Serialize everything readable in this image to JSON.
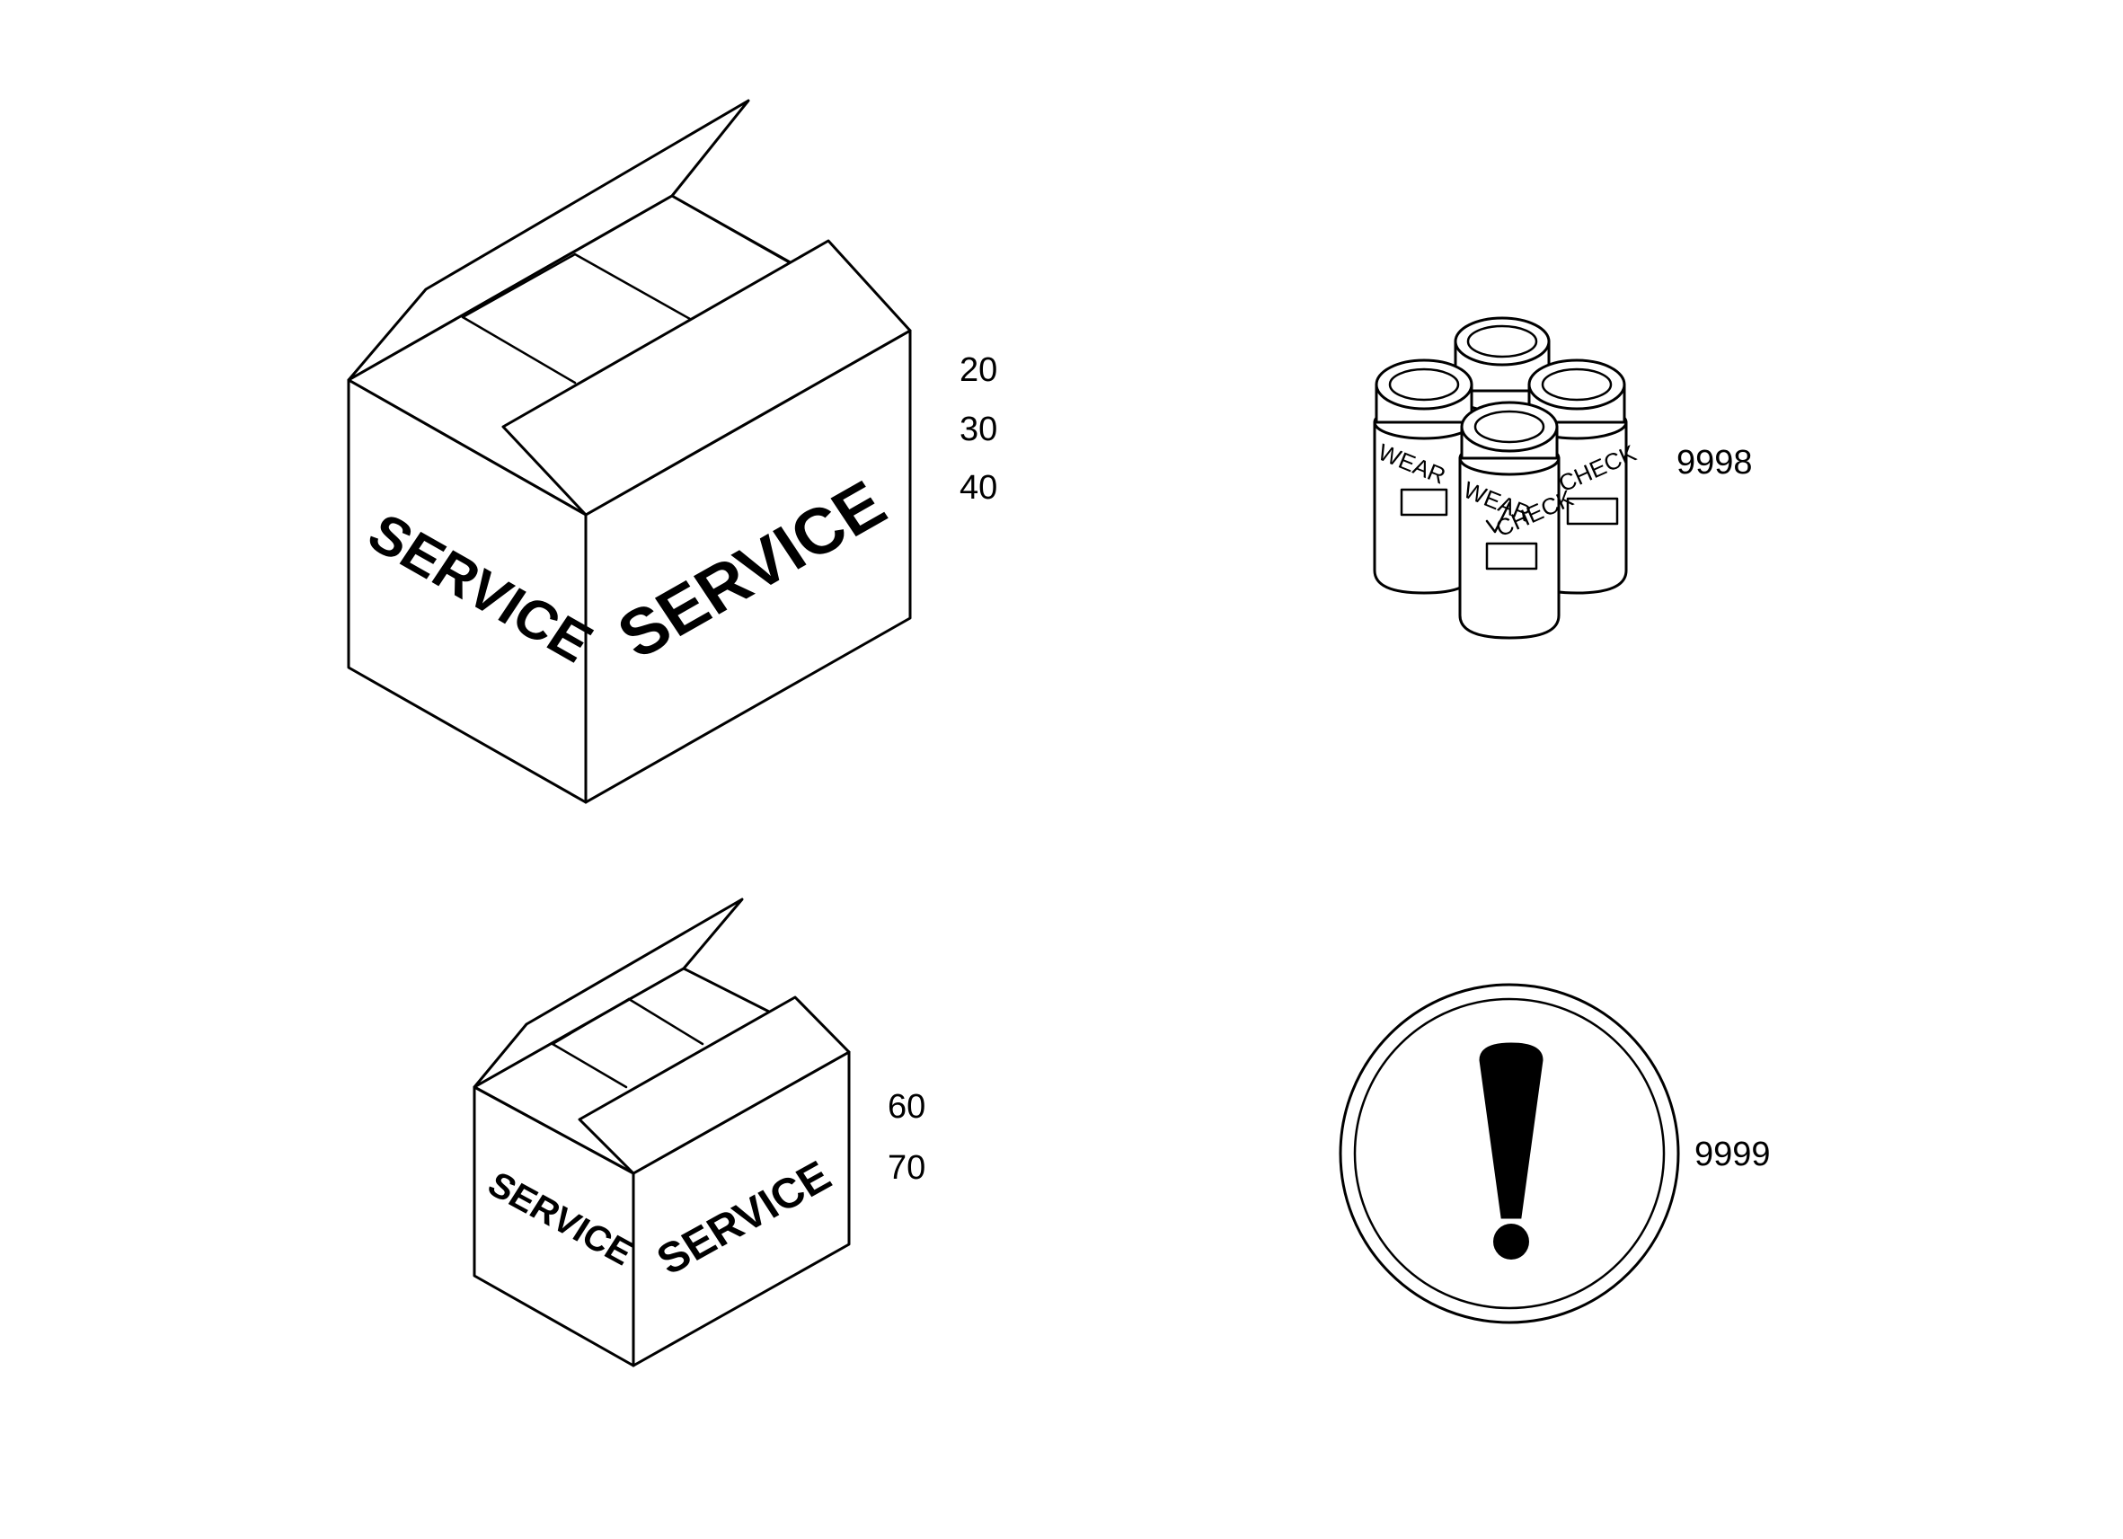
{
  "large_box": {
    "left_face_text": "SERVICE",
    "right_face_text": "SERVICE",
    "callouts": [
      "20",
      "30",
      "40"
    ]
  },
  "small_box": {
    "left_face_text": "SERVICE",
    "right_face_text": "SERVICE",
    "callouts": [
      "60",
      "70"
    ]
  },
  "sample_bottles": {
    "label_top": "WEAR",
    "label_bottom": "CHECK",
    "callout": "9998"
  },
  "notice_symbol": {
    "icon": "exclamation-icon",
    "callout": "9999"
  },
  "colors": {
    "line": "#000000",
    "background": "#ffffff"
  }
}
